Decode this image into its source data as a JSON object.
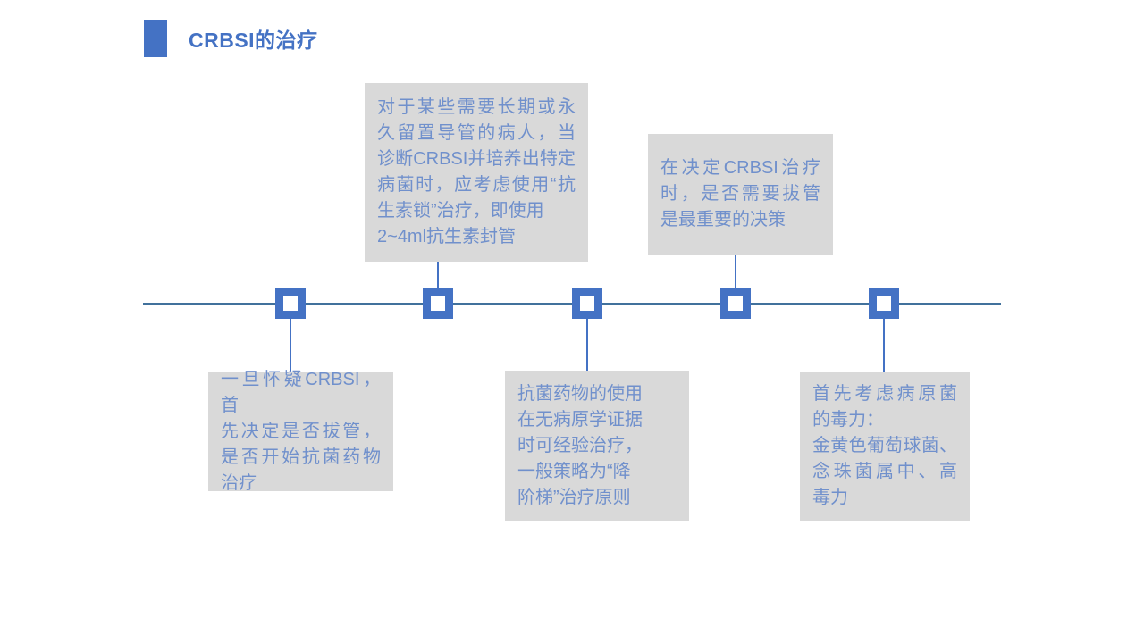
{
  "slide": {
    "title": "CRBSI的治疗"
  },
  "colors": {
    "accent_blue": "#4472C4",
    "axis_blue": "#41719C",
    "box_background": "#D9D9D9",
    "box_text_blue": "#7090CC"
  },
  "timeline": {
    "node_count": 5,
    "boxes": [
      {
        "name": "antibiotic-lock-therapy-box",
        "position": "top",
        "lines": [
          "对于某些需要长期或永",
          "久留置导管的病人，当",
          "诊断CRBSI并培养出特定",
          "病菌时，应考虑使用“抗",
          "生素锁”治疗，即使用",
          "2~4ml抗生素封管"
        ]
      },
      {
        "name": "catheter-removal-decision-box",
        "position": "top",
        "lines": [
          "在决定CRBSI治疗",
          "时，是否需要拔管",
          "是最重要的决策"
        ]
      },
      {
        "name": "suspect-crbsi-first-steps-box",
        "position": "bottom",
        "lines": [
          "一旦怀疑CRBSI，首",
          "先决定是否拔管，",
          "是否开始抗菌药物",
          "治疗"
        ]
      },
      {
        "name": "empiric-de-escalation-therapy-box",
        "position": "bottom",
        "lines": [
          "抗菌药物的使用",
          "在无病原学证据",
          "时可经验治疗，",
          "一般策略为“降",
          "阶梯”治疗原则"
        ]
      },
      {
        "name": "pathogen-virulence-box",
        "position": "bottom",
        "lines": [
          "首先考虑病原菌",
          "的毒力：",
          "金黄色葡萄球菌、",
          "念珠菌属中、高",
          "毒力"
        ]
      }
    ]
  }
}
